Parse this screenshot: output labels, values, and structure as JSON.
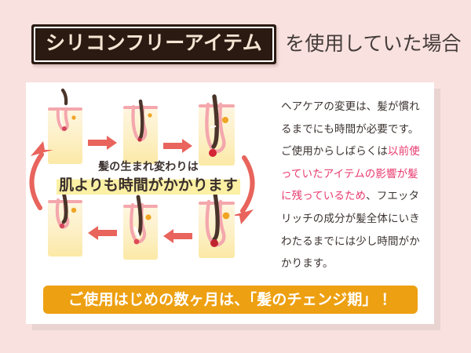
{
  "page": {
    "background_color": "#f8e1df",
    "card_background": "#ffffff",
    "card_shadow_color": "#e9d4d2"
  },
  "header": {
    "badge_label": "シリコンフリーアイテム",
    "badge_background": "#2b1a12",
    "badge_text_color": "#f7e6d4",
    "suffix": "を使用していた場合",
    "suffix_color": "#433b39"
  },
  "diagram": {
    "name": "hair-growth-cycle-diagram",
    "caption_line1": "髪の生まれ変わりは",
    "caption_line2": "肌よりも時間がかかります",
    "highlight_color": "#fbf0a4",
    "arrow_color": "#e8645c",
    "skin_fill_top": "#fdf4da",
    "skin_fill_bottom": "#fbe9a8",
    "follicle_color": "#f4a7ad",
    "hair_color": "#4a342a",
    "bulb_color": "#cf2233",
    "dot_color": "#f0a424",
    "panels": [
      {
        "id": 1,
        "position": "top-left",
        "stage": "telogen-shed"
      },
      {
        "id": 2,
        "position": "top-center",
        "stage": "early-anagen"
      },
      {
        "id": 3,
        "position": "top-right",
        "stage": "anagen-growth"
      },
      {
        "id": 4,
        "position": "bottom-left",
        "stage": "catagen-end"
      },
      {
        "id": 5,
        "position": "bottom-center",
        "stage": "catagen"
      },
      {
        "id": 6,
        "position": "bottom-right",
        "stage": "full-anagen"
      }
    ]
  },
  "body_text": {
    "segments": [
      {
        "text": "ヘアケアの変更は、髪が慣れるまでにも時間が必要です。ご使用からしばらくは",
        "highlight": false
      },
      {
        "text": "以前使っていたアイテムの影響が髪に残っているため",
        "highlight": true
      },
      {
        "text": "、フエッタリッチの成分が髪全体にいきわたるまでには少し時間がかかります。",
        "highlight": false
      }
    ],
    "highlight_color": "#e83a6e",
    "text_color": "#3b3330"
  },
  "banner": {
    "label": "ご使用はじめの数ヶ月は、「髪のチェンジ期」！",
    "background_color": "#eda011",
    "text_color": "#ffffff"
  }
}
